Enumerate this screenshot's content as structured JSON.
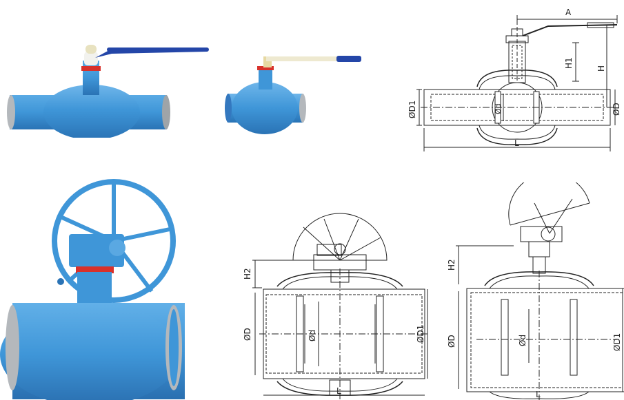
{
  "colors": {
    "valve_blue": "#3f96d8",
    "valve_blue_dark": "#2a73b5",
    "handle_blue": "#2446a8",
    "red_collar": "#d8312b",
    "pipe_end_grey": "#b4b8bc",
    "line_black": "#222222"
  },
  "drawing_top": {
    "label_A": "A",
    "label_H": "H",
    "label_H1": "H1",
    "label_D1": "ØD1",
    "label_d": "Ød",
    "label_D": "ØD",
    "label_L": "L"
  },
  "drawing_bottom_mid": {
    "label_H2": "H2",
    "label_D": "ØD",
    "label_d": "Ød",
    "label_D1": "ØD1",
    "label_L": "L"
  },
  "drawing_bottom_right": {
    "label_H2": "H2",
    "label_D": "ØD",
    "label_d": "Ød",
    "label_D1": "ØD1",
    "label_L": "L"
  }
}
